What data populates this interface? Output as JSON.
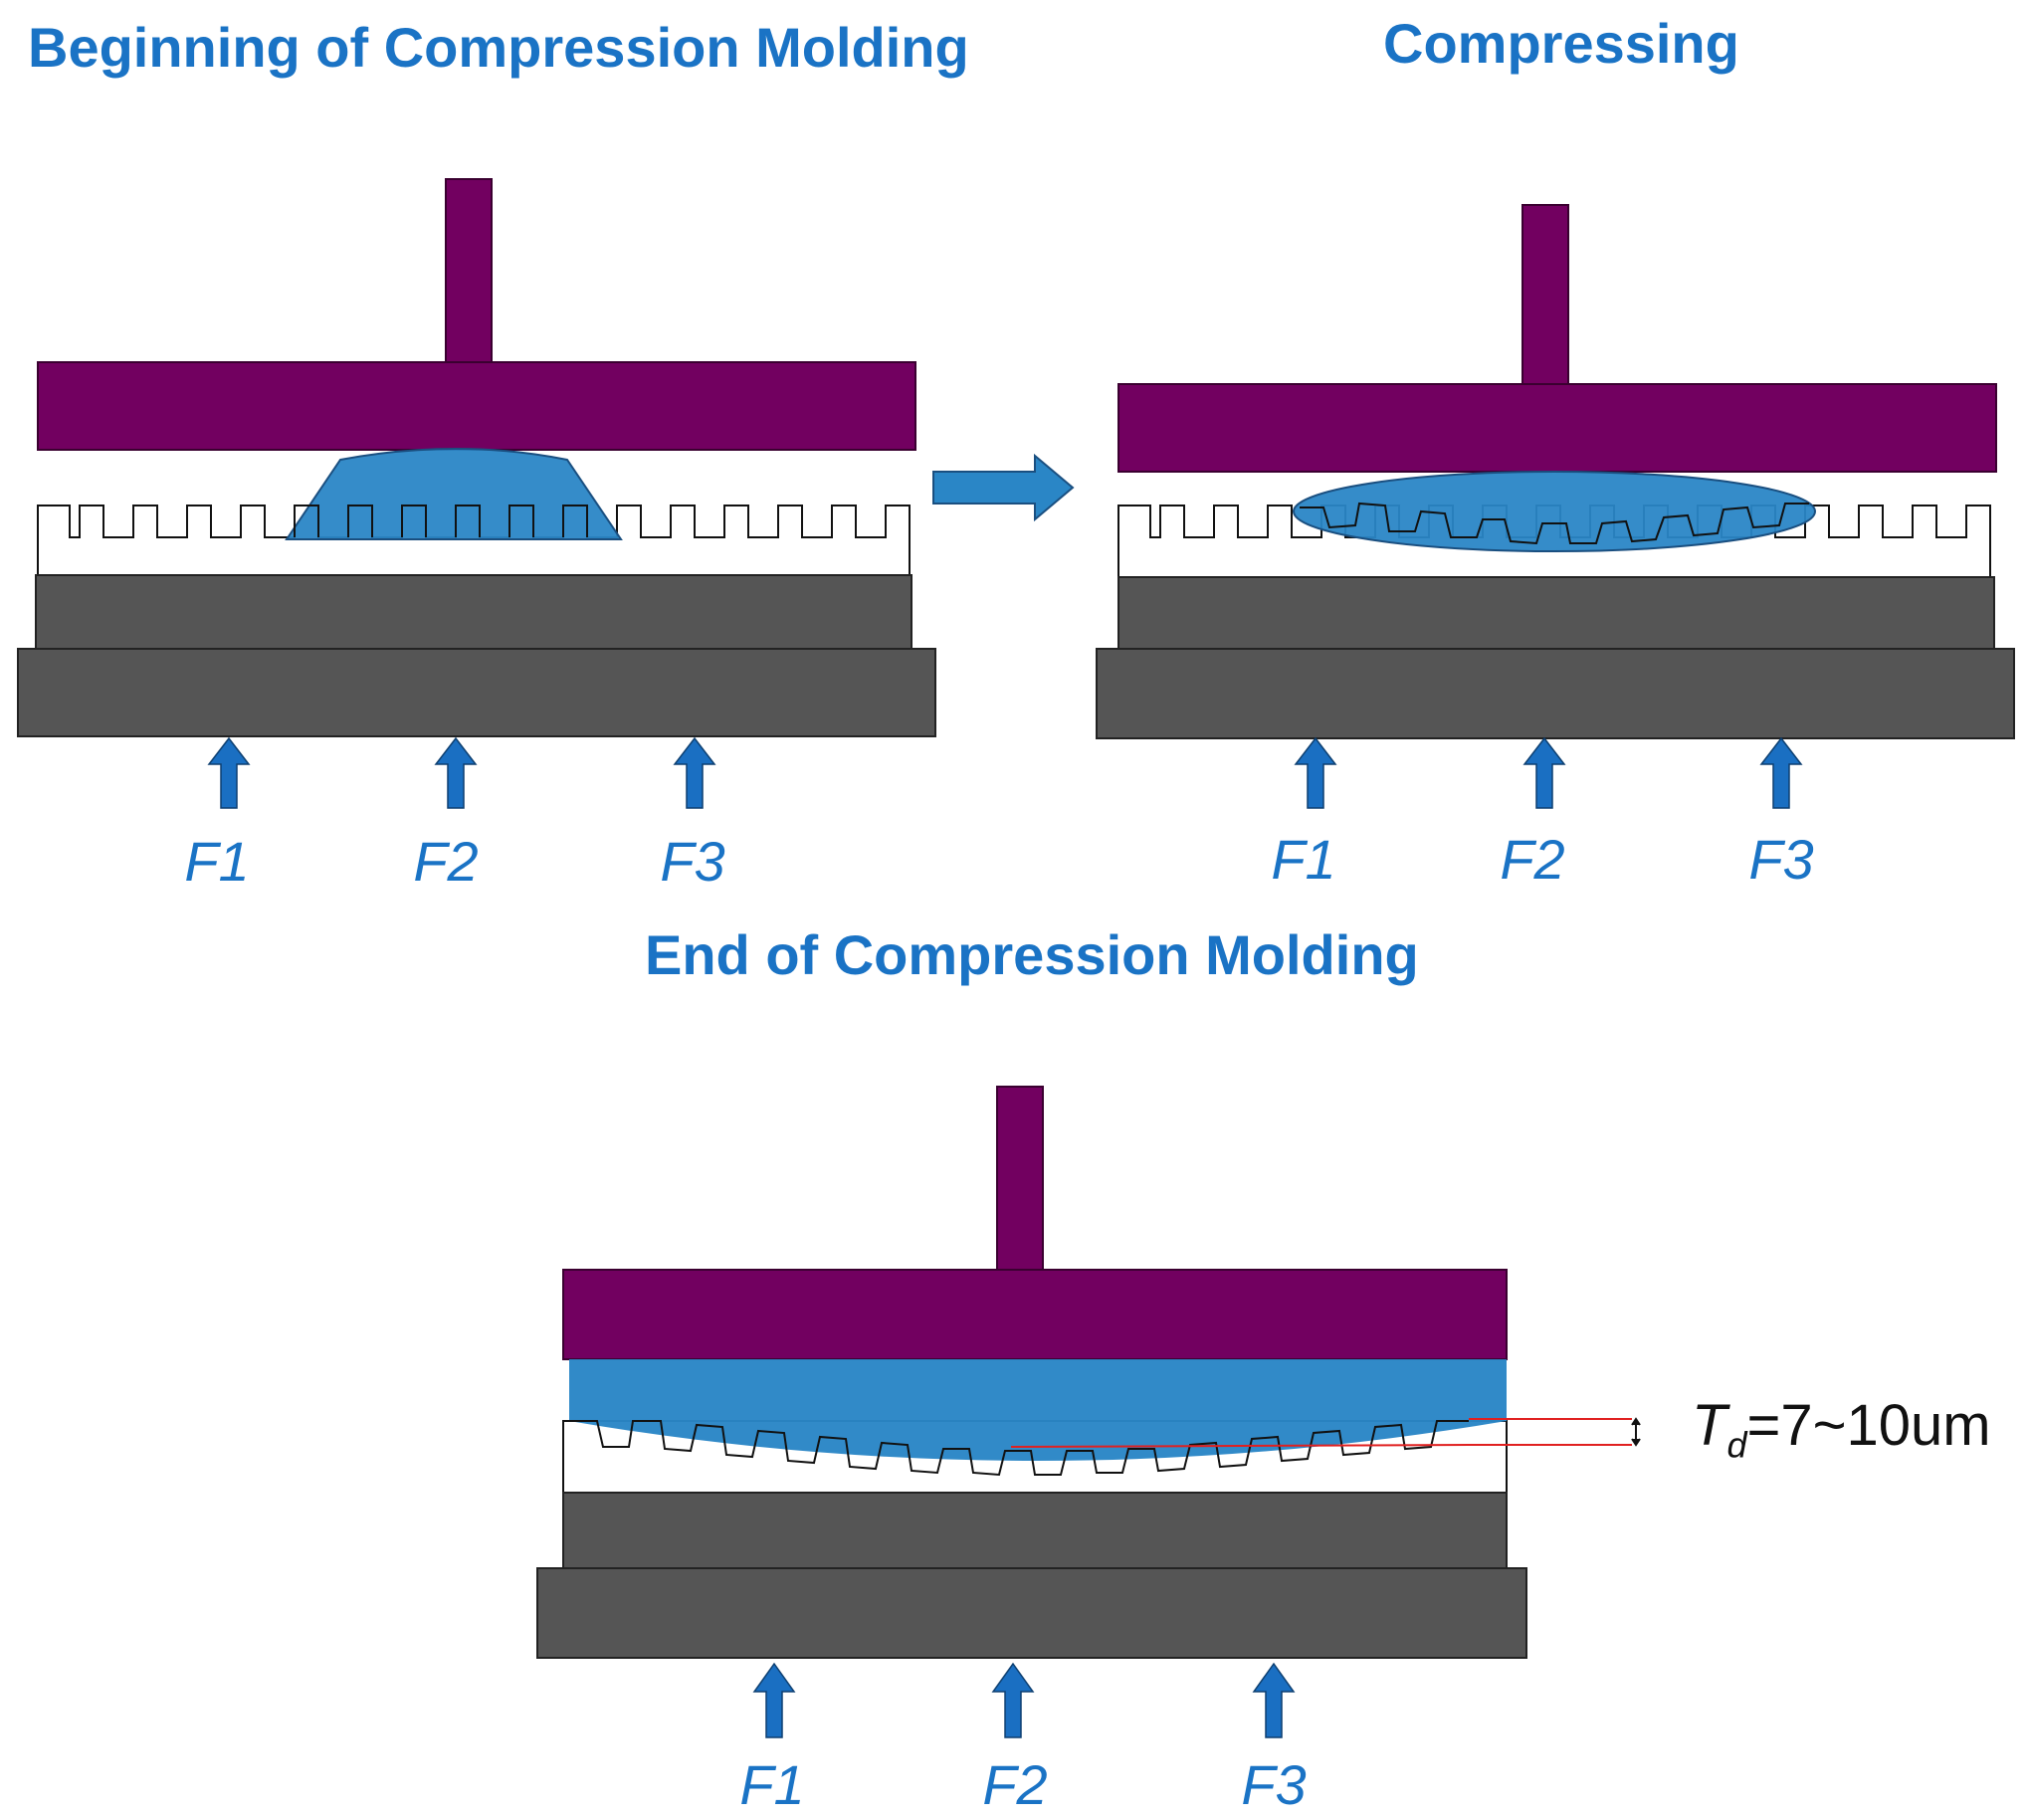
{
  "titles": {
    "beginning": "Beginning of Compression Molding",
    "compressing": "Compressing",
    "end": "End of Compression Molding"
  },
  "forces": [
    "F1",
    "F2",
    "F3"
  ],
  "thickness": {
    "symbol": "T",
    "subscript": "d",
    "value": "=7~10um"
  },
  "colors": {
    "press": "#720060",
    "resin": "#2a86c6",
    "base": "#555555",
    "arrow": "#1a6fc2",
    "title": "#1a73c5",
    "dimension": "#e02020"
  }
}
